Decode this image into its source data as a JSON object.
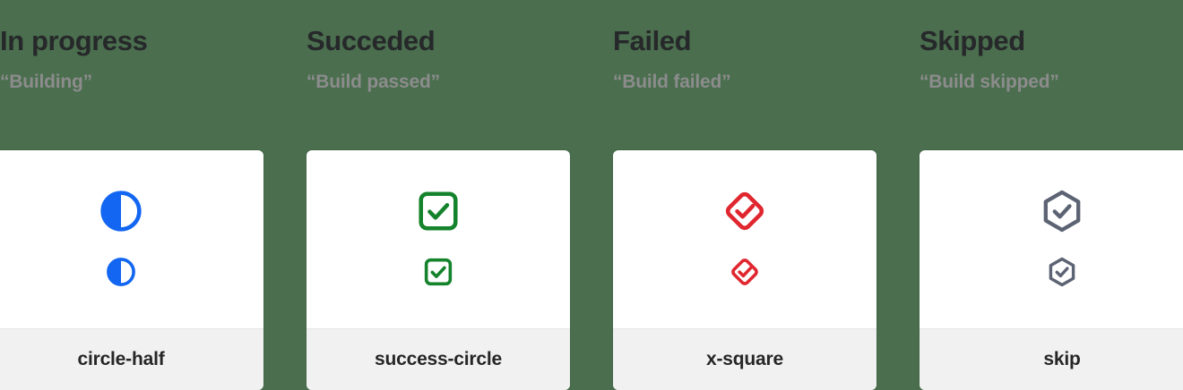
{
  "theme": {
    "background": "#4a6e4e",
    "card_background": "#ffffff",
    "footer_background": "#f1f1f1",
    "title_color": "#26282a",
    "phrase_color": "#8c8c8c",
    "label_color": "#262626"
  },
  "columns": [
    {
      "state_title": "In progress",
      "state_phrase": "“Building”",
      "icon_name": "circle-half",
      "icon_key": "circle-half",
      "icon_color": "#1266f1"
    },
    {
      "state_title": "Succeded",
      "state_phrase": "“Build passed”",
      "icon_name": "success-circle",
      "icon_key": "success-circle",
      "icon_color": "#14832c"
    },
    {
      "state_title": "Failed",
      "state_phrase": "“Build failed”",
      "icon_name": "x-square",
      "icon_key": "x-square",
      "icon_color": "#e0262e"
    },
    {
      "state_title": "Skipped",
      "state_phrase": "“Build skipped”",
      "icon_name": "skip",
      "icon_key": "skip",
      "icon_color": "#5c6373"
    }
  ]
}
